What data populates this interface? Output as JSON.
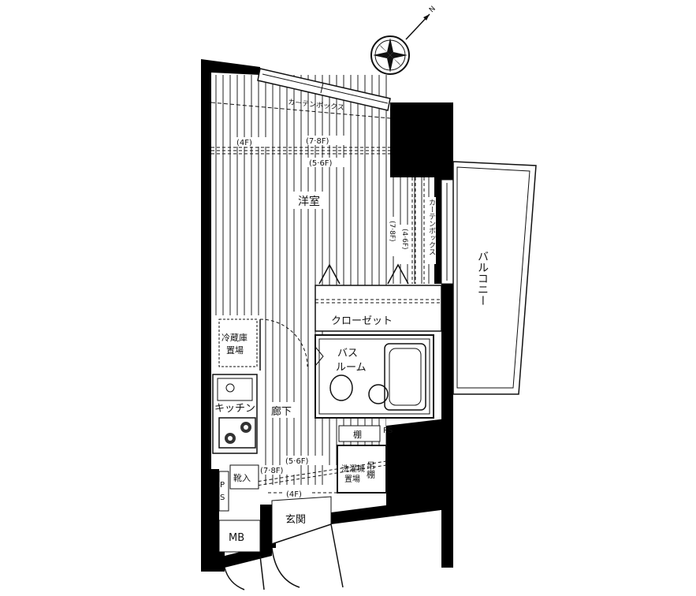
{
  "compass": {
    "north_label": "N"
  },
  "rooms": {
    "western_room": "洋室",
    "curtain_box_top": "カーテンボックス",
    "curtain_box_side": "カーテンボックス",
    "floor_4f": "(4F)",
    "floor_78f": "(7·8F)",
    "floor_56f": "(5·6F)",
    "floor_78f_v": "(7·8F)",
    "floor_46f_v": "(4·6F)",
    "balcony": "バルコニー",
    "closet": "クローゼット",
    "fridge_line1": "冷蔵庫",
    "fridge_line2": "置場",
    "bath_line1": "バス",
    "bath_line2": "ルーム",
    "kitchen": "キッチン",
    "hallway": "廊下",
    "shoe_storage": "靴入",
    "ps_left": "PS",
    "ps_right": "PS",
    "mb": "MB",
    "entrance": "玄関",
    "shelf": "棚",
    "washer_line1": "洗濯機",
    "washer_line2": "置場",
    "hanging_shelf": "吊棚",
    "corridor_56f": "(5·6F)",
    "corridor_78f": "(7·8F)",
    "corridor_4f": "(4F)"
  }
}
